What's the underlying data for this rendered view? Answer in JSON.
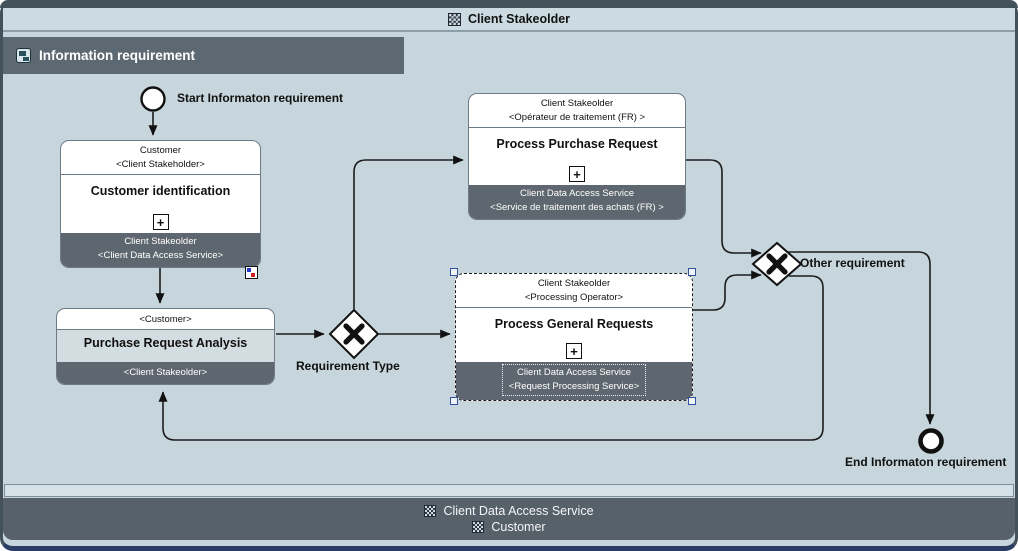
{
  "window": {
    "title": "Client Stakeolder",
    "footer_participants": [
      {
        "label": "Client Data Access Service"
      },
      {
        "label": "Customer"
      }
    ]
  },
  "lane": {
    "label": "Information requirement"
  },
  "icons": {
    "pool_title_icon": "checkerboard-square",
    "lane_icon": "diagram-card",
    "participant_icon": "checkerboard-square",
    "subprocess_marker": "+",
    "data_object_icon": "blue-red-dots-square"
  },
  "colors": {
    "canvas": "#c7d6dc",
    "frame_border": "#43515b",
    "bottom_border": "#2a3c63",
    "lane_header_bg": "#5c6872",
    "task_footer_bg": "#5e676f",
    "selection_handle": "#33519f"
  },
  "diagram": {
    "start_event": {
      "label": "Start Informaton requirement"
    },
    "end_event": {
      "label": "End Informaton requirement"
    },
    "gateways": [
      {
        "label": "Requirement Type",
        "type": "exclusive"
      },
      {
        "label": "Other requirement",
        "type": "exclusive"
      }
    ],
    "tasks": [
      {
        "performer_line1": "Customer",
        "performer_line2": "<Client Stakeholder>",
        "name": "Customer identification",
        "service_line1": "Client Stakeolder",
        "service_line2": "<Client Data Access Service>",
        "has_subprocess_marker": true,
        "selected": false
      },
      {
        "performer_line1": "<Customer>",
        "name": "Purchase Request Analysis",
        "service_line1": "<Client Stakeolder>",
        "has_subprocess_marker": false,
        "selected": false
      },
      {
        "performer_line1": "Client Stakeolder",
        "performer_line2": "<Opérateur de traitement (FR) >",
        "name": "Process Purchase Request",
        "service_line1": "Client Data Access Service",
        "service_line2": "<Service de traitement des achats (FR) >",
        "has_subprocess_marker": true,
        "selected": false
      },
      {
        "performer_line1": "Client Stakeolder",
        "performer_line2": "<Processing Operator>",
        "name": "Process General Requests",
        "service_line1": "Client Data Access Service",
        "service_line2": "<Request Processing Service>",
        "has_subprocess_marker": true,
        "selected": true
      }
    ]
  }
}
